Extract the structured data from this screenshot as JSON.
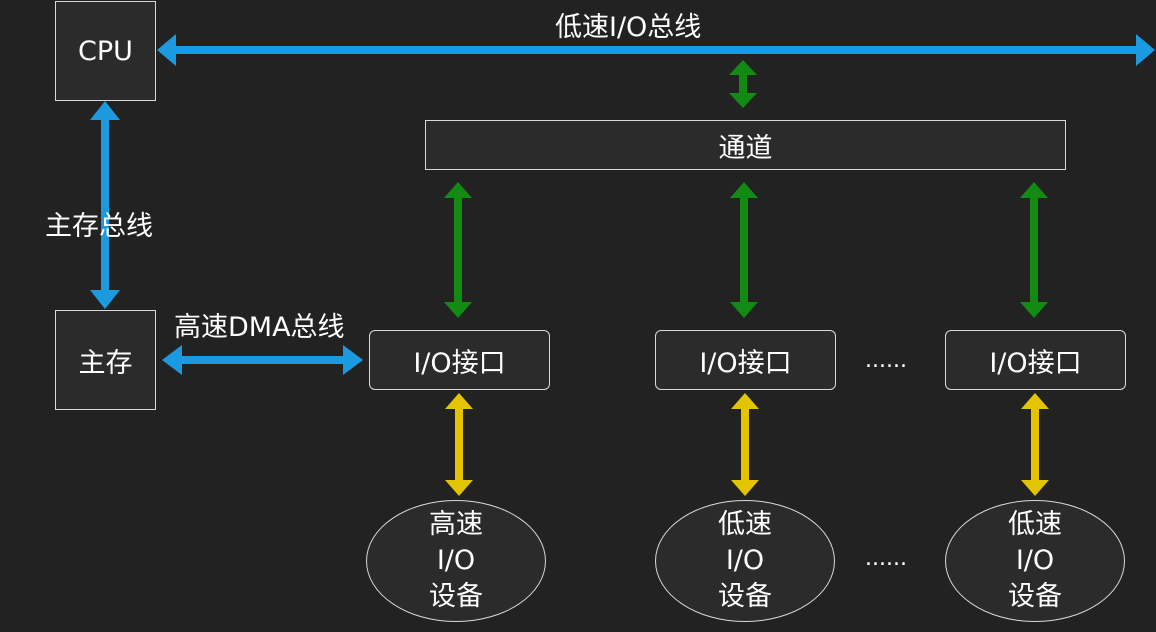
{
  "labels": {
    "low_speed_bus": "低速I/O总线",
    "main_memory_bus": "主存总线",
    "dma_bus": "高速DMA总线"
  },
  "nodes": {
    "cpu": "CPU",
    "main_memory": "主存",
    "channel": "通道",
    "io_interface": "I/O接口",
    "ellipsis": "......"
  },
  "devices": [
    {
      "line1": "高速",
      "line2": "I/O",
      "line3": "设备"
    },
    {
      "line1": "低速",
      "line2": "I/O",
      "line3": "设备"
    },
    {
      "line1": "低速",
      "line2": "I/O",
      "line3": "设备"
    }
  ],
  "colors": {
    "background": "#222222",
    "system_bus": "#1b9ae0",
    "channel_link": "#138a13",
    "device_link": "#e3c400",
    "box_border": "#d9d9d9",
    "box_fill": "#2b2b2b",
    "text": "#ffffff"
  }
}
